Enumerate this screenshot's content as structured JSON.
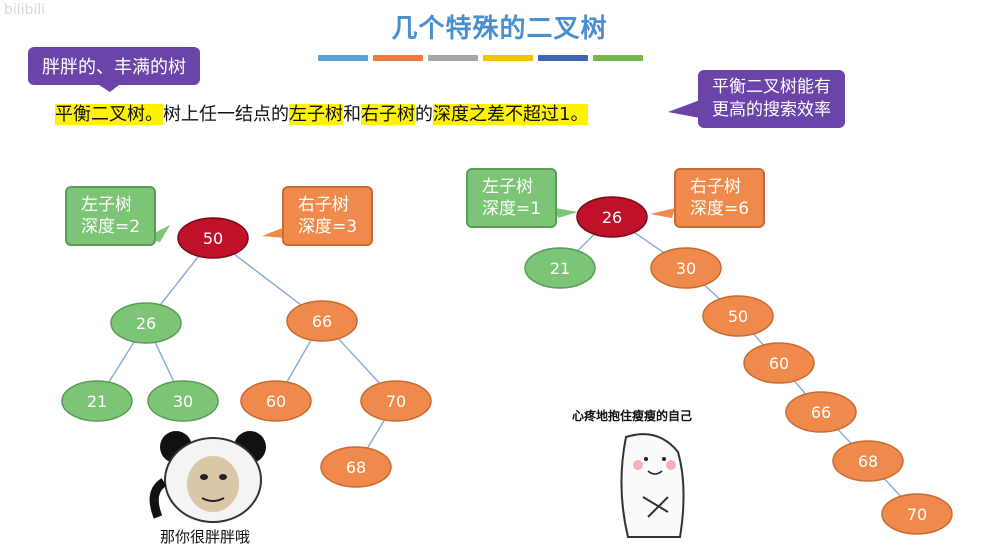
{
  "title": "几个特殊的二叉树",
  "colors": {
    "title_bars": [
      "#5aa2d8",
      "#f07a3a",
      "#a6a6a6",
      "#f4c300",
      "#3f64b7",
      "#74b84c"
    ],
    "node_red": "#c0112a",
    "node_green": "#7cc576",
    "node_orange": "#ef8a4c",
    "edge": "#8ab0d8",
    "purple": "#6a44a8"
  },
  "callouts": {
    "top_left": "胖胖的、丰满的树",
    "top_right_line1": "平衡二叉树能有",
    "top_right_line2": "更高的搜索效率"
  },
  "definition": {
    "part1": "平衡二叉树。",
    "part2": "树上任一结点的",
    "part3": "左子树",
    "part4": "和",
    "part5": "右子树",
    "part6": "的",
    "part7": "深度之差不超过1。"
  },
  "left_tree": {
    "left_note_l1": "左子树",
    "left_note_l2": "深度=2",
    "right_note_l1": "右子树",
    "right_note_l2": "深度=3",
    "nodes": [
      {
        "label": "50",
        "color": "red"
      },
      {
        "label": "26",
        "color": "green"
      },
      {
        "label": "66",
        "color": "orange"
      },
      {
        "label": "21",
        "color": "green"
      },
      {
        "label": "30",
        "color": "green"
      },
      {
        "label": "60",
        "color": "orange"
      },
      {
        "label": "70",
        "color": "orange"
      },
      {
        "label": "68",
        "color": "orange"
      }
    ]
  },
  "right_tree": {
    "left_note_l1": "左子树",
    "left_note_l2": "深度=1",
    "right_note_l1": "右子树",
    "right_note_l2": "深度=6",
    "nodes": [
      {
        "label": "26",
        "color": "red"
      },
      {
        "label": "21",
        "color": "green"
      },
      {
        "label": "30",
        "color": "orange"
      },
      {
        "label": "50",
        "color": "orange"
      },
      {
        "label": "60",
        "color": "orange"
      },
      {
        "label": "66",
        "color": "orange"
      },
      {
        "label": "68",
        "color": "orange"
      },
      {
        "label": "70",
        "color": "orange"
      }
    ]
  },
  "memes": {
    "left_caption": "那你很胖胖哦",
    "right_caption": "心疼地抱住瘦瘦的自己"
  },
  "watermark": "bilibili"
}
